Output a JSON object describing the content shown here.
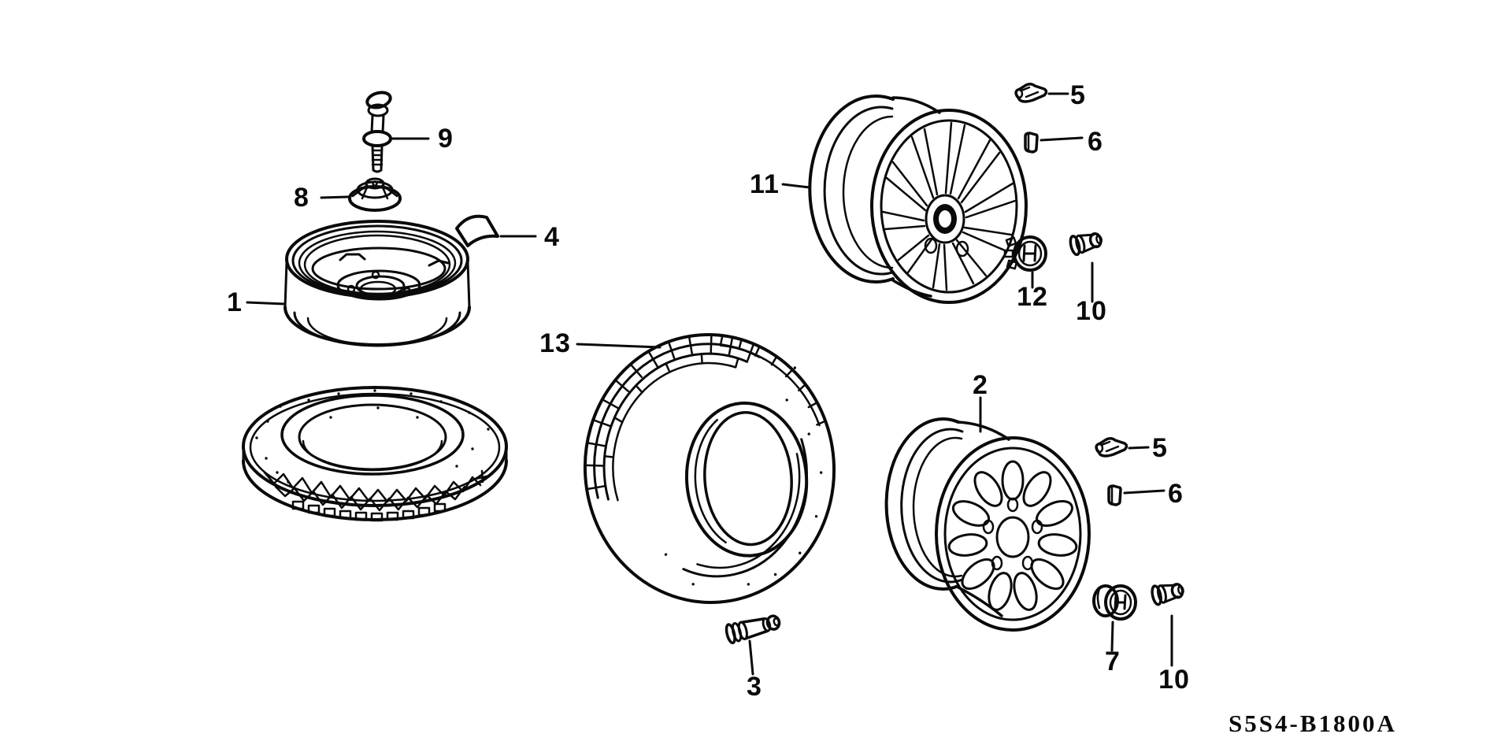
{
  "diagram": {
    "code": "S5S4-B1800A",
    "background_color": "#ffffff",
    "line_color": "#0a0a0a"
  },
  "labels": {
    "l1": {
      "text": "1"
    },
    "l2": {
      "text": "2"
    },
    "l3": {
      "text": "3"
    },
    "l4": {
      "text": "4"
    },
    "l5a": {
      "text": "5"
    },
    "l5b": {
      "text": "5"
    },
    "l6a": {
      "text": "6"
    },
    "l6b": {
      "text": "6"
    },
    "l7": {
      "text": "7"
    },
    "l8": {
      "text": "8"
    },
    "l9": {
      "text": "9"
    },
    "l10a": {
      "text": "10"
    },
    "l10b": {
      "text": "10"
    },
    "l11": {
      "text": "11"
    },
    "l12": {
      "text": "12"
    },
    "l13": {
      "text": "13"
    }
  }
}
